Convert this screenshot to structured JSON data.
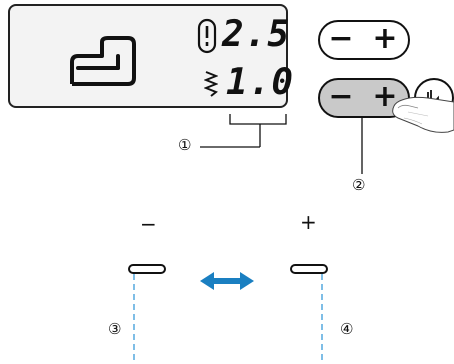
{
  "display": {
    "stitch_length_value": "2.5",
    "stitch_width_value": "1.0",
    "stitch_length_icon": "stitch-length-icon",
    "stitch_width_icon": "zigzag-width-icon",
    "pattern_icon": "stitch-pattern-icon"
  },
  "buttons": {
    "length_minus_label": "−",
    "length_plus_label": "+",
    "width_minus_label": "−",
    "width_plus_label": "+",
    "needle_position_icon": "needle-position-icon"
  },
  "callouts": {
    "display_values": "①",
    "width_buttons": "②",
    "narrow_position": "③",
    "wide_position": "④"
  },
  "diagram": {
    "minus_sign": "−",
    "plus_sign": "+"
  },
  "colors": {
    "pressed_button": "#c9c9c9",
    "arrow": "#1a7fc1",
    "guide_line": "#3a9ad9",
    "lcd_background": "#f3f3f3"
  }
}
